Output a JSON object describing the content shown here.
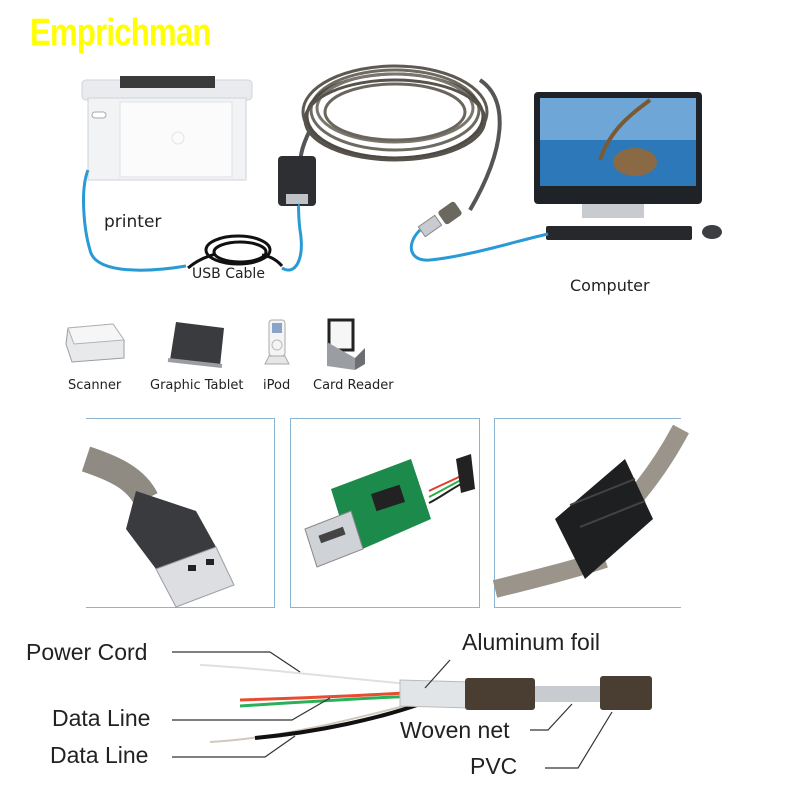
{
  "brand": {
    "text": "Emprichman",
    "color": "#ffff00"
  },
  "diagram": {
    "printer_label": "printer",
    "usb_cable_label": "USB Cable",
    "computer_label": "Computer",
    "cable_color": "#2a9ad6"
  },
  "devices": [
    {
      "label": "Scanner",
      "icon": "scanner-icon"
    },
    {
      "label": "Graphic Tablet",
      "icon": "tablet-icon"
    },
    {
      "label": "iPod",
      "icon": "ipod-icon"
    },
    {
      "label": "Card Reader",
      "icon": "card-reader-icon"
    }
  ],
  "detail_photos": [
    {
      "name": "usb-a-male-plug"
    },
    {
      "name": "pcb-female-usb-board"
    },
    {
      "name": "ferrite-core-cable"
    }
  ],
  "cable_structure": {
    "left_labels": [
      "Power Cord",
      "Data Line",
      "Data Line"
    ],
    "right_labels": [
      "Aluminum foil",
      "Woven net",
      "PVC"
    ]
  },
  "colors": {
    "panel_border": "#8ab4d4",
    "pcb_green": "#1c8a4a"
  }
}
